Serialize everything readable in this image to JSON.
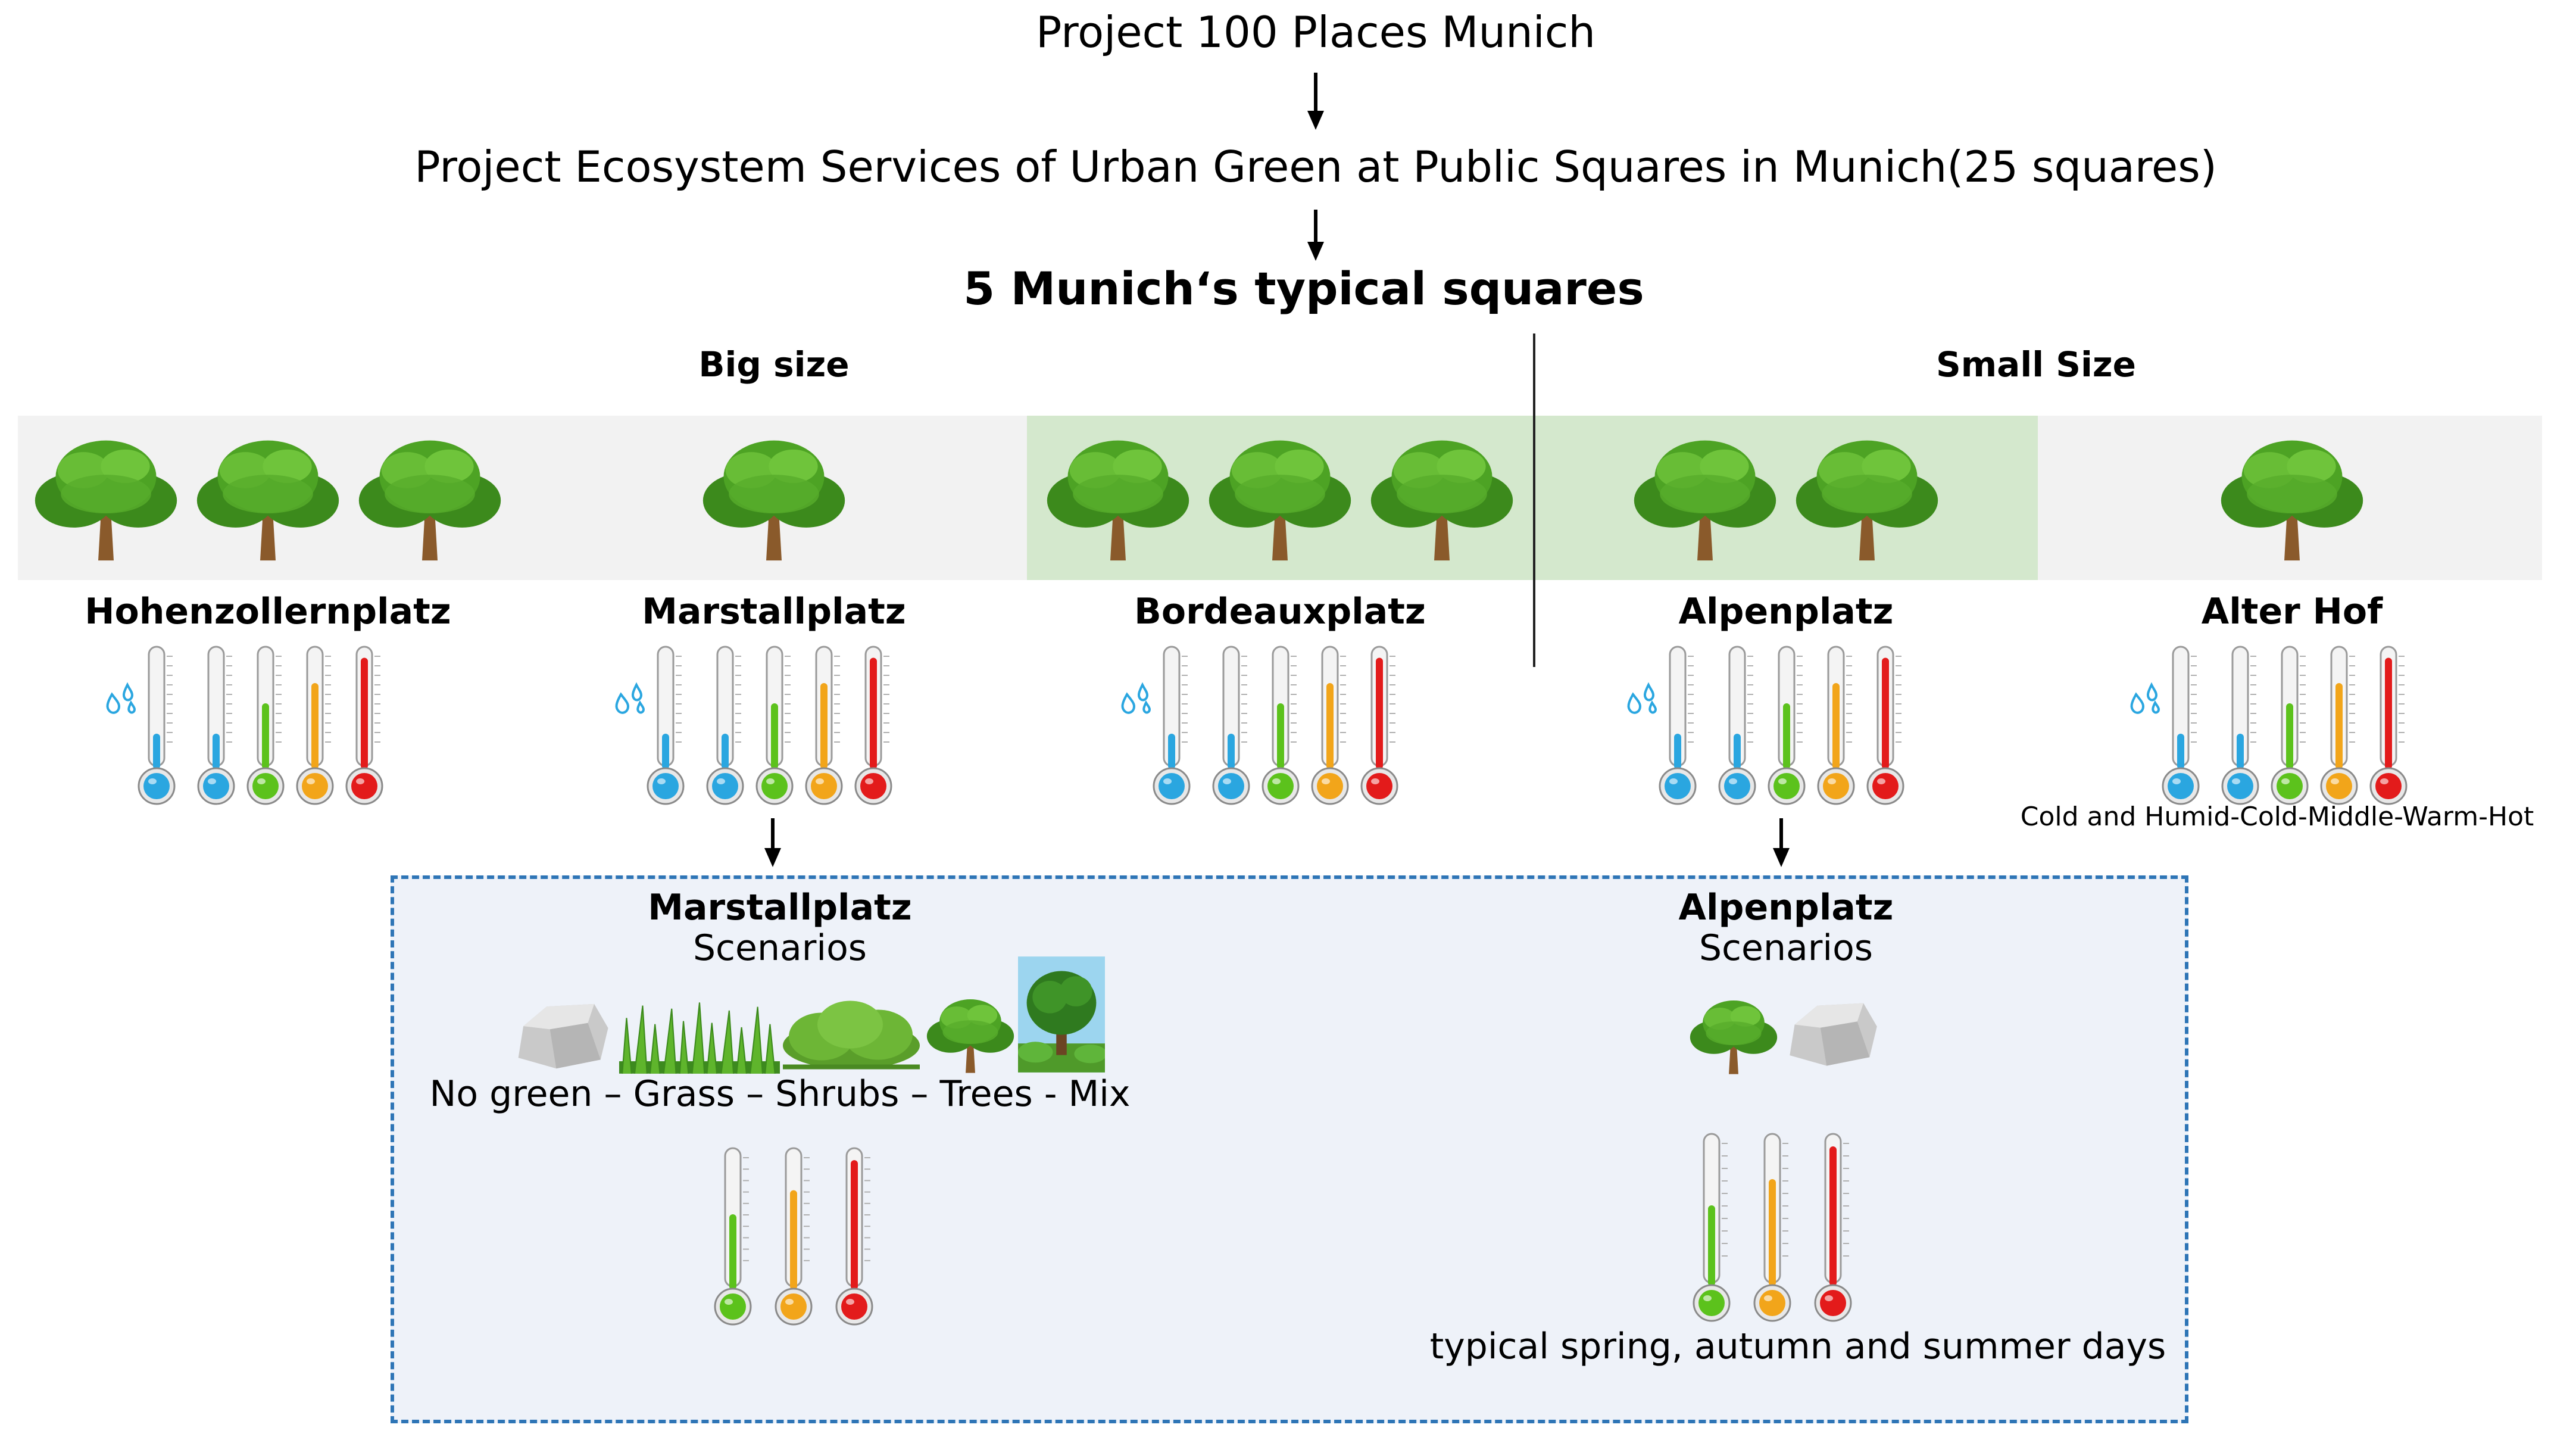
{
  "header": {
    "title_1": "Project 100 Places Munich",
    "title_2": "Project Ecosystem Services of Urban Green at Public Squares in Munich(25 squares)",
    "title_3": "5 Munich‘s typical squares"
  },
  "size_groups": {
    "big": "Big size",
    "small": "Small Size"
  },
  "squares": [
    {
      "name": "Hohenzollernplatz",
      "trees": 3,
      "green_highlight": false
    },
    {
      "name": "Marstallplatz",
      "trees": 1,
      "green_highlight": false
    },
    {
      "name": "Bordeauxplatz",
      "trees": 3,
      "green_highlight": true
    },
    {
      "name": "Alpenplatz",
      "trees": 2,
      "green_highlight": true
    },
    {
      "name": "Alter Hof",
      "trees": 1,
      "green_highlight": false
    }
  ],
  "thermometer_legend": "Cold and Humid-Cold-Middle-Warm-Hot",
  "thermometer_levels": [
    {
      "name": "cold-and-humid",
      "color": "#2aa6e0",
      "level": 0.2
    },
    {
      "name": "cold",
      "color": "#2aa6e0",
      "level": 0.2
    },
    {
      "name": "middle",
      "color": "#5cc21c",
      "level": 0.5
    },
    {
      "name": "warm",
      "color": "#f2a51a",
      "level": 0.7
    },
    {
      "name": "hot",
      "color": "#e31b1b",
      "level": 0.95
    }
  ],
  "scenarios": {
    "marstallplatz": {
      "title": "Marstallplatz",
      "subtitle": "Scenarios",
      "options_text": "No green – Grass – Shrubs – Trees - Mix",
      "icons": [
        "rock-icon",
        "grass-icon",
        "shrub-icon",
        "tree-icon",
        "mix-icon"
      ]
    },
    "alpenplatz": {
      "title": "Alpenplatz",
      "subtitle": "Scenarios",
      "days_text": "typical spring, autumn and summer days",
      "icons": [
        "tree-icon",
        "rock-icon"
      ]
    }
  },
  "colors": {
    "tree_band": "#f2f2f2",
    "green_band": "#d4e8cd",
    "scenario_box_border": "#2e75b6",
    "scenario_box_fill": "#eef2f9"
  }
}
